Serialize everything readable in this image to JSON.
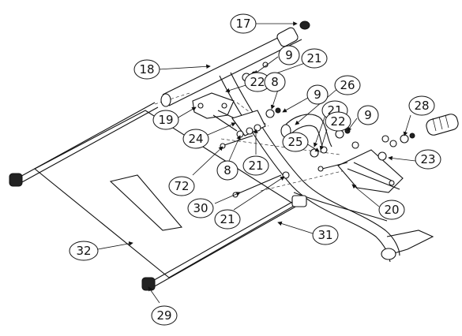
{
  "callouts": [
    {
      "id": "c17a",
      "label": "17"
    },
    {
      "id": "c18",
      "label": "18"
    },
    {
      "id": "c9a",
      "label": "9"
    },
    {
      "id": "c21a",
      "label": "21"
    },
    {
      "id": "c22a",
      "label": "22"
    },
    {
      "id": "c8a",
      "label": "8"
    },
    {
      "id": "c9b",
      "label": "9"
    },
    {
      "id": "c26",
      "label": "26"
    },
    {
      "id": "c19",
      "label": "19"
    },
    {
      "id": "c21b",
      "label": "21"
    },
    {
      "id": "c24",
      "label": "24"
    },
    {
      "id": "c22b",
      "label": "22"
    },
    {
      "id": "c9c",
      "label": "9"
    },
    {
      "id": "c28",
      "label": "28"
    },
    {
      "id": "c25",
      "label": "25"
    },
    {
      "id": "c23",
      "label": "23"
    },
    {
      "id": "c8b",
      "label": "8"
    },
    {
      "id": "c21c",
      "label": "21"
    },
    {
      "id": "c72",
      "label": "72"
    },
    {
      "id": "c30",
      "label": "30"
    },
    {
      "id": "c21d",
      "label": "21"
    },
    {
      "id": "c20",
      "label": "20"
    },
    {
      "id": "c31",
      "label": "31"
    },
    {
      "id": "c32",
      "label": "32"
    },
    {
      "id": "c29",
      "label": "29"
    }
  ]
}
